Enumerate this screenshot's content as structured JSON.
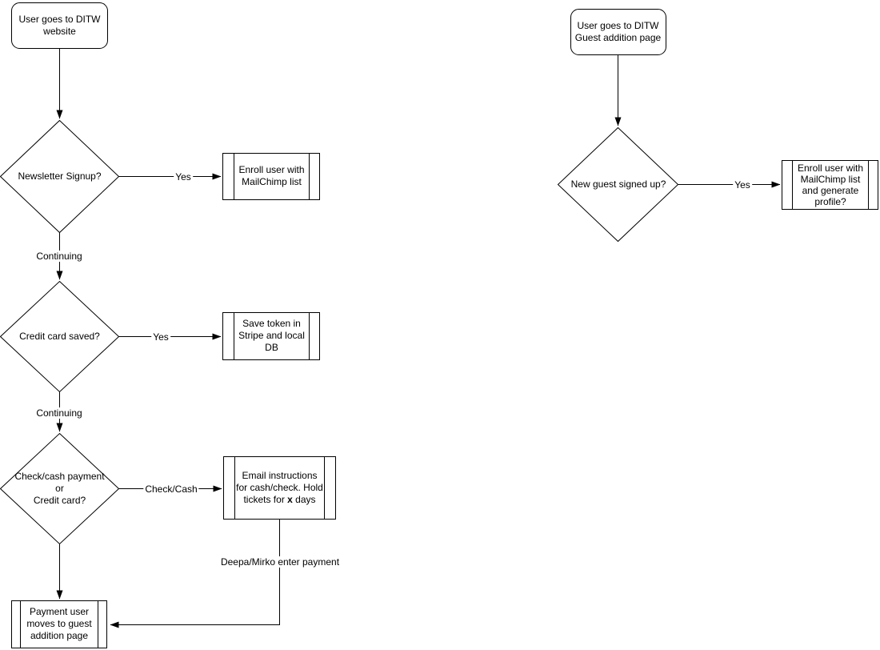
{
  "diagram": {
    "background": "#ffffff",
    "stroke_color": "#000000",
    "text_color": "#000000",
    "left_flow": {
      "start": "User goes to DITW\nwebsite",
      "decision_newsletter": "Newsletter Signup?",
      "edge_newsletter_yes": "Yes",
      "process_enroll": "Enroll user with\nMailChimp list",
      "edge_continuing_1": "Continuing",
      "decision_credit": "Credit card saved?",
      "edge_credit_yes": "Yes",
      "process_save_token": "Save token in\nStripe and local\nDB",
      "edge_continuing_2": "Continuing",
      "decision_payment": "Check/cash payment\nor\nCredit card?",
      "edge_check_cash": "Check/Cash",
      "process_email": {
        "line1": "Email instructions",
        "line2": "for cash/check. Hold",
        "line3_pre": "tickets for ",
        "line3_bold": "x",
        "line3_post": " days"
      },
      "edge_deepa_mirko": "Deepa/Mirko enter payment",
      "process_payment_page": "Payment user\nmoves to guest\naddition page"
    },
    "right_flow": {
      "start": "User goes to DITW\nGuest addition page",
      "decision_new_guest": "New guest signed up?",
      "edge_guest_yes": "Yes",
      "process_enroll_guest": "Enroll user with\nMailChimp list\nand generate\nprofile?"
    }
  }
}
